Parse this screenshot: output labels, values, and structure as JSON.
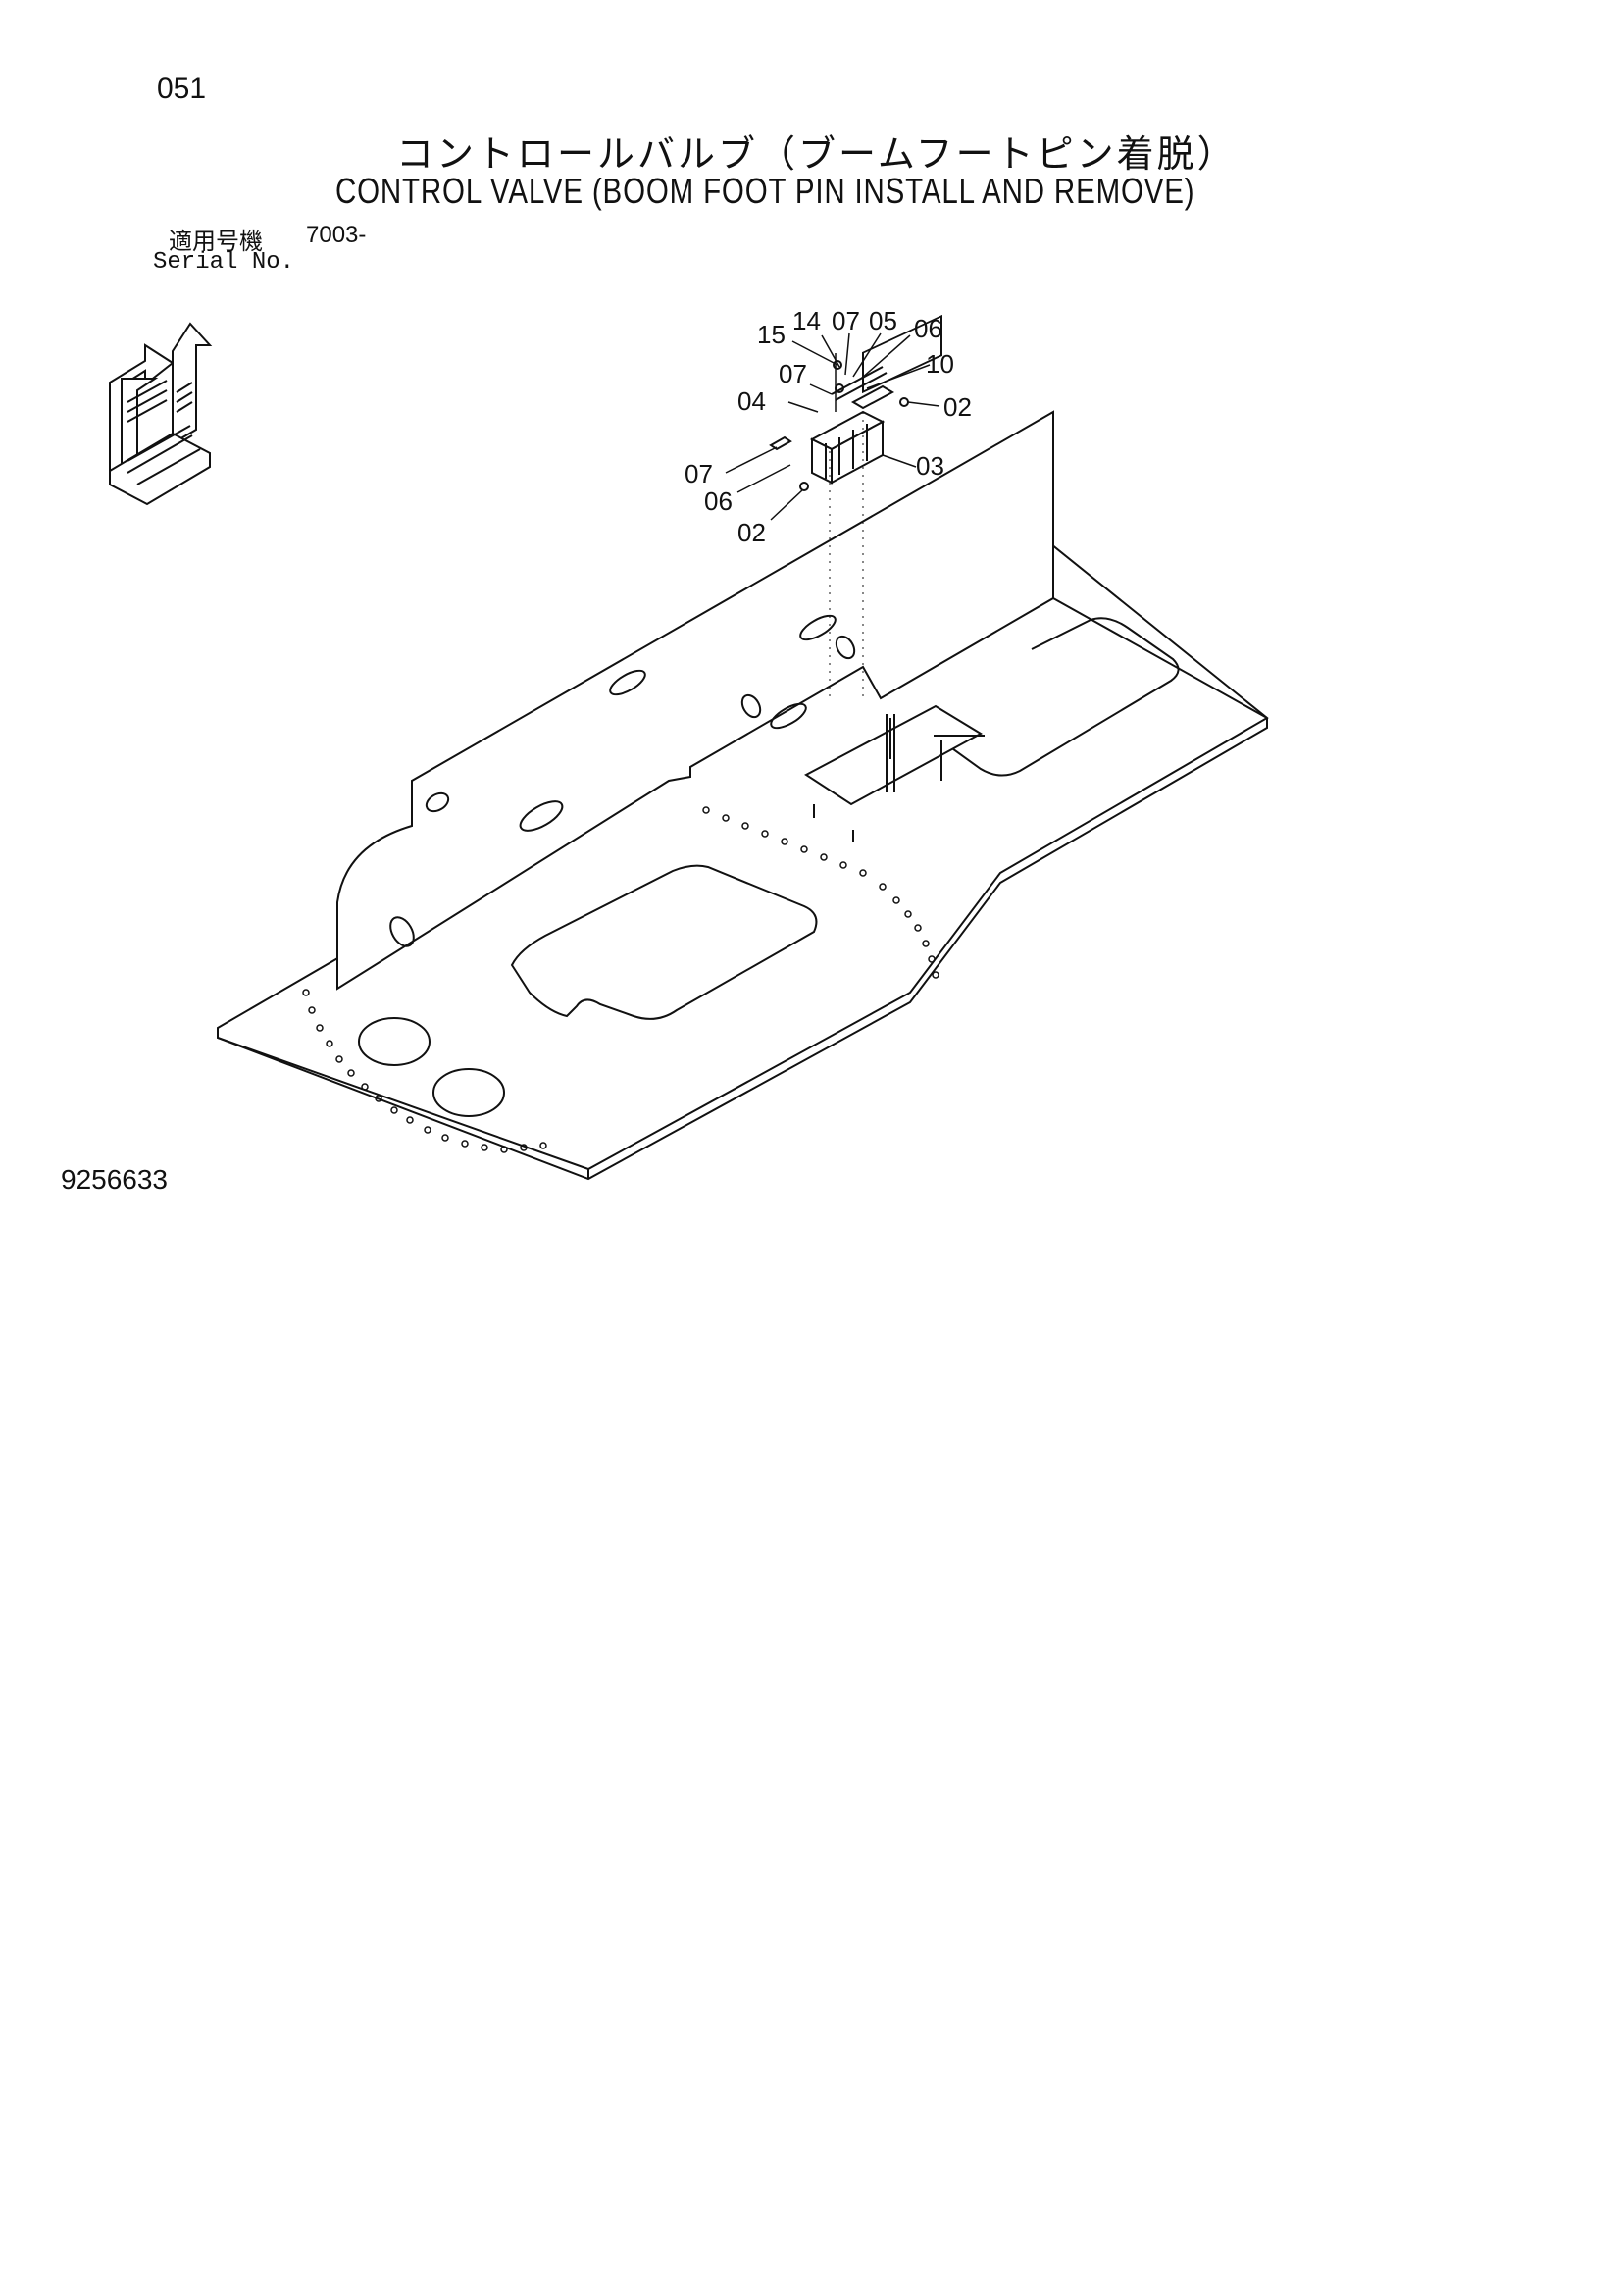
{
  "header": {
    "page_number": "051",
    "title_jp": "コントロールバルブ（ブームフートピン着脱）",
    "title_en": "CONTROL VALVE (BOOM FOOT PIN INSTALL AND REMOVE)",
    "serial_label_jp": "適用号機",
    "serial_value": "7003-",
    "serial_label_en": "Serial No."
  },
  "callouts": [
    "15",
    "14",
    "07",
    "05",
    "06",
    "10",
    "07",
    "04",
    "02",
    "03",
    "07",
    "06",
    "02"
  ],
  "footer": {
    "drawing_number": "9256633"
  }
}
